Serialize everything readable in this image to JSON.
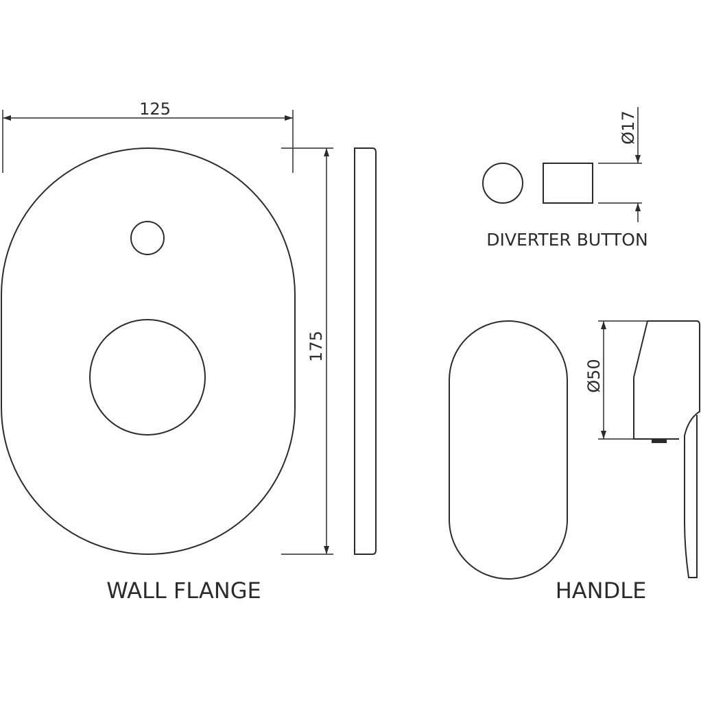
{
  "labels": {
    "wall_flange": "WALL FLANGE",
    "handle": "HANDLE",
    "diverter_button": "DIVERTER BUTTON"
  },
  "dimensions": {
    "flange_width": "125",
    "flange_height": "175",
    "button_diameter": "Ø17",
    "handle_diameter": "Ø50"
  },
  "colors": {
    "line": "#2b2b2b",
    "background": "#ffffff"
  }
}
